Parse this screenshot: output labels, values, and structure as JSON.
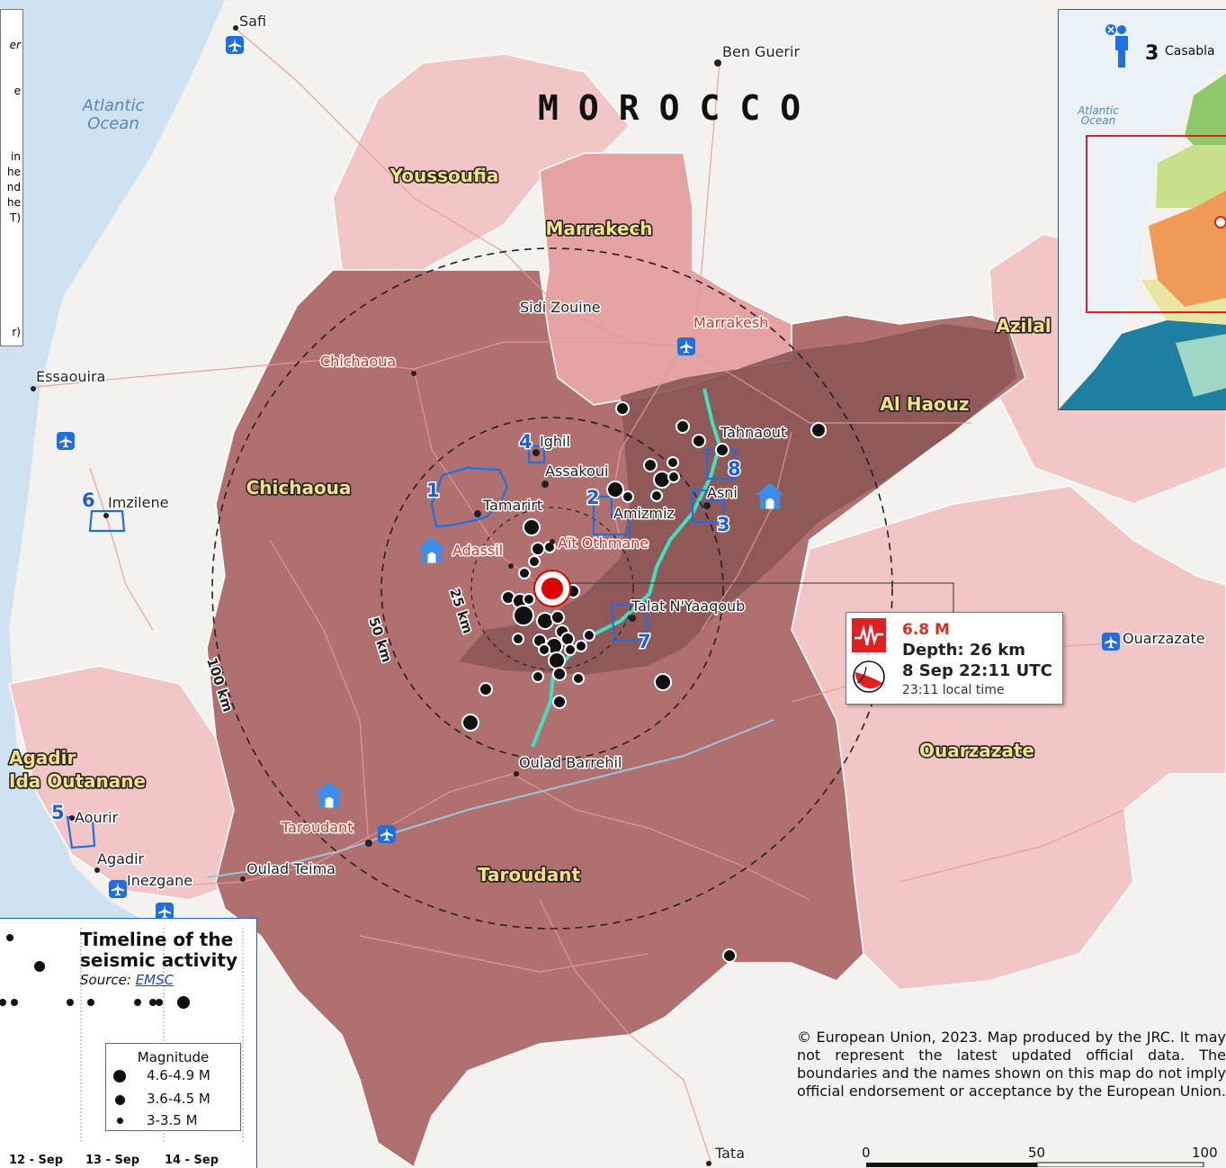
{
  "title": "MOROCCO",
  "oceans": {
    "main": "Atlantic Ocean",
    "main_line1": "Atlantic",
    "main_line2": "Ocean",
    "inset_line1": "Atlantic",
    "inset_line2": "Ocean"
  },
  "regions": {
    "youssoufia": "Youssoufia",
    "marrakech": "Marrakech",
    "chichaoua": "Chichaoua",
    "al_haouz": "Al Haouz",
    "azilal": "Azilal",
    "agadir_line1": "Agadir",
    "agadir_line2": "Ida Outanane",
    "taroudant": "Taroudant",
    "ouarzazate": "Ouarzazate"
  },
  "cities": {
    "safi": "Safi",
    "ben_guerir": "Ben Guerir",
    "essaouira": "Essaouira",
    "imzilene": "Imzilene",
    "sidi_zouine": "Sidi Zouine",
    "marrakesh": "Marrakesh",
    "chichaoua_town": "Chichaoua",
    "ighil": "Ighil",
    "assakoui": "Assakoui",
    "tamarirt": "Tamarirt",
    "amizmiz": "Amizmiz",
    "tahnaout": "Tahnaout",
    "asni": "Asni",
    "adassil": "Adassil",
    "ait_othmane": "Aït Othmane",
    "talat_nyaaqoub": "Talat N'Yaaqoub",
    "oulad_barrehil": "Oulad Barrehil",
    "aourir": "Aourir",
    "agadir": "Agadir",
    "inezgane": "Inezgane",
    "oulad_teima": "Oulad Teima",
    "taroudant_town": "Taroudant",
    "ouarzazate_town": "Ouarzazate",
    "tata": "Tata",
    "casablanca_partial": "Casabla"
  },
  "area_numbers": [
    "1",
    "2",
    "3",
    "4",
    "5",
    "6",
    "7",
    "8"
  ],
  "inset_count": "3",
  "rings": {
    "r25": "25 km",
    "r50": "50 km",
    "r100": "100 km"
  },
  "event": {
    "magnitude": "6.8 M",
    "depth": "Depth: 26 km",
    "datetime": "8 Sep 22:11 UTC",
    "local": "23:11 local time",
    "icon": "seismogram-icon",
    "mechanism_icon": "beachball-icon"
  },
  "timeline": {
    "title_line1": "Timeline of the",
    "title_line2": "seismic activity",
    "source_label": "Source:",
    "source_link": "EMSC",
    "legend_title": "Magnitude",
    "legend": [
      "4.6-4.9 M",
      "3.6-4.5 M",
      "3-3.5 M"
    ],
    "dates": [
      "12 - Sep",
      "13 - Sep",
      "14 - Sep"
    ]
  },
  "left_panel_fragments": [
    "er",
    "e",
    "in",
    "he",
    "nd",
    "he",
    "T)",
    "r)"
  ],
  "credit": "© European Union, 2023. Map produced by the JRC. It may not represent the latest updated official data. The boundaries and the names shown on this map do not imply official endorsement or acceptance by the European Union.",
  "scale": {
    "s0": "0",
    "s50": "50",
    "s100": "100"
  },
  "colors": {
    "land": "#f4f2ee",
    "sea": "#cfe2f1",
    "light_pink": "#f2c6c6",
    "mid_pink": "#e6a3a3",
    "affected": "#b07070",
    "dark_affected": "#8c5757",
    "road": "#e89898",
    "fault": "#40e0c0",
    "area_outline": "#1f6fe0",
    "epicenter": "#e00000"
  }
}
